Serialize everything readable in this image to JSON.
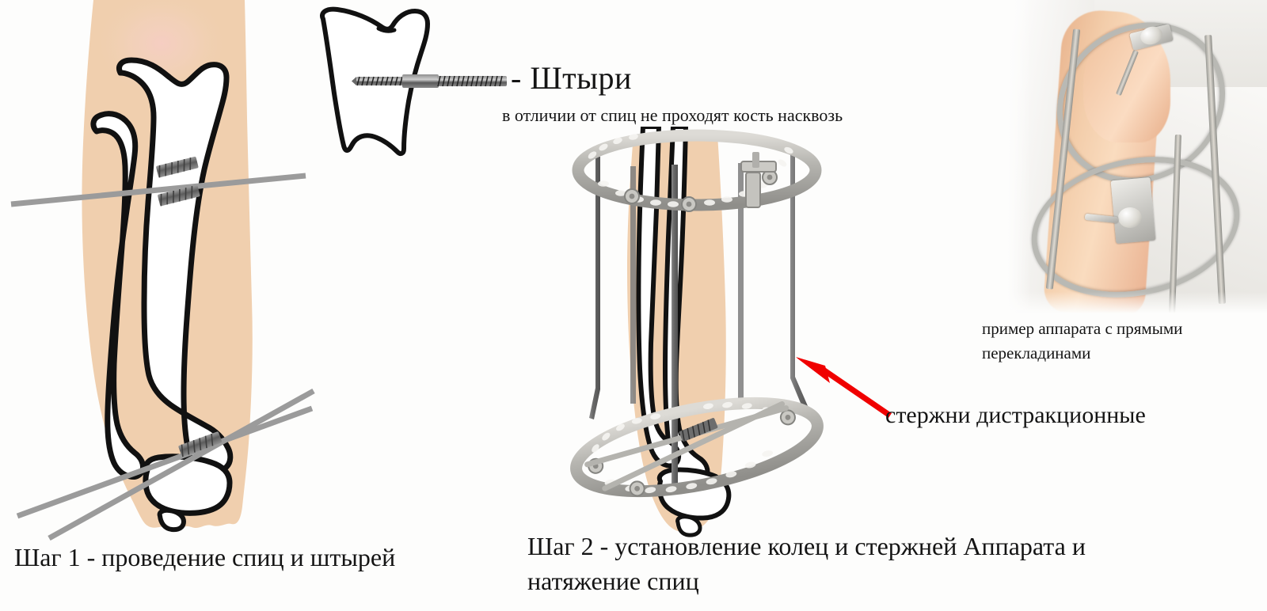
{
  "document": {
    "kind": "medical-illustration",
    "language": "ru",
    "subject": "Ilizarov external fixation apparatus"
  },
  "pins_callout": {
    "title": "- Штыри",
    "subtitle": "в отличии от спиц не проходят кость насквозь"
  },
  "step1": {
    "caption": "Шаг 1 - проведение спиц и штырей"
  },
  "step2": {
    "caption": "Шаг 2 - установление колец и стержней Аппарата и натяжение спиц"
  },
  "rods_callout": {
    "label": "стержни дистракционные"
  },
  "photo": {
    "caption": "пример аппарата с прямыми перекладинами"
  },
  "colors": {
    "background": "#fdfdfc",
    "text": "#141414",
    "skin": "#f0cfae",
    "skin_highlight": "#f6d6c8",
    "bone_fill": "#ffffff",
    "bone_outline": "#111111",
    "wire": "#9b9b9b",
    "rod": "#6f6f6f",
    "ring": "#b3b3ae",
    "arrow": "#f00000"
  },
  "icons": {
    "arrow": "red-arrow-icon",
    "pin": "threaded-pin-icon",
    "wire": "tension-wire-icon",
    "ring": "fixator-ring-icon"
  }
}
